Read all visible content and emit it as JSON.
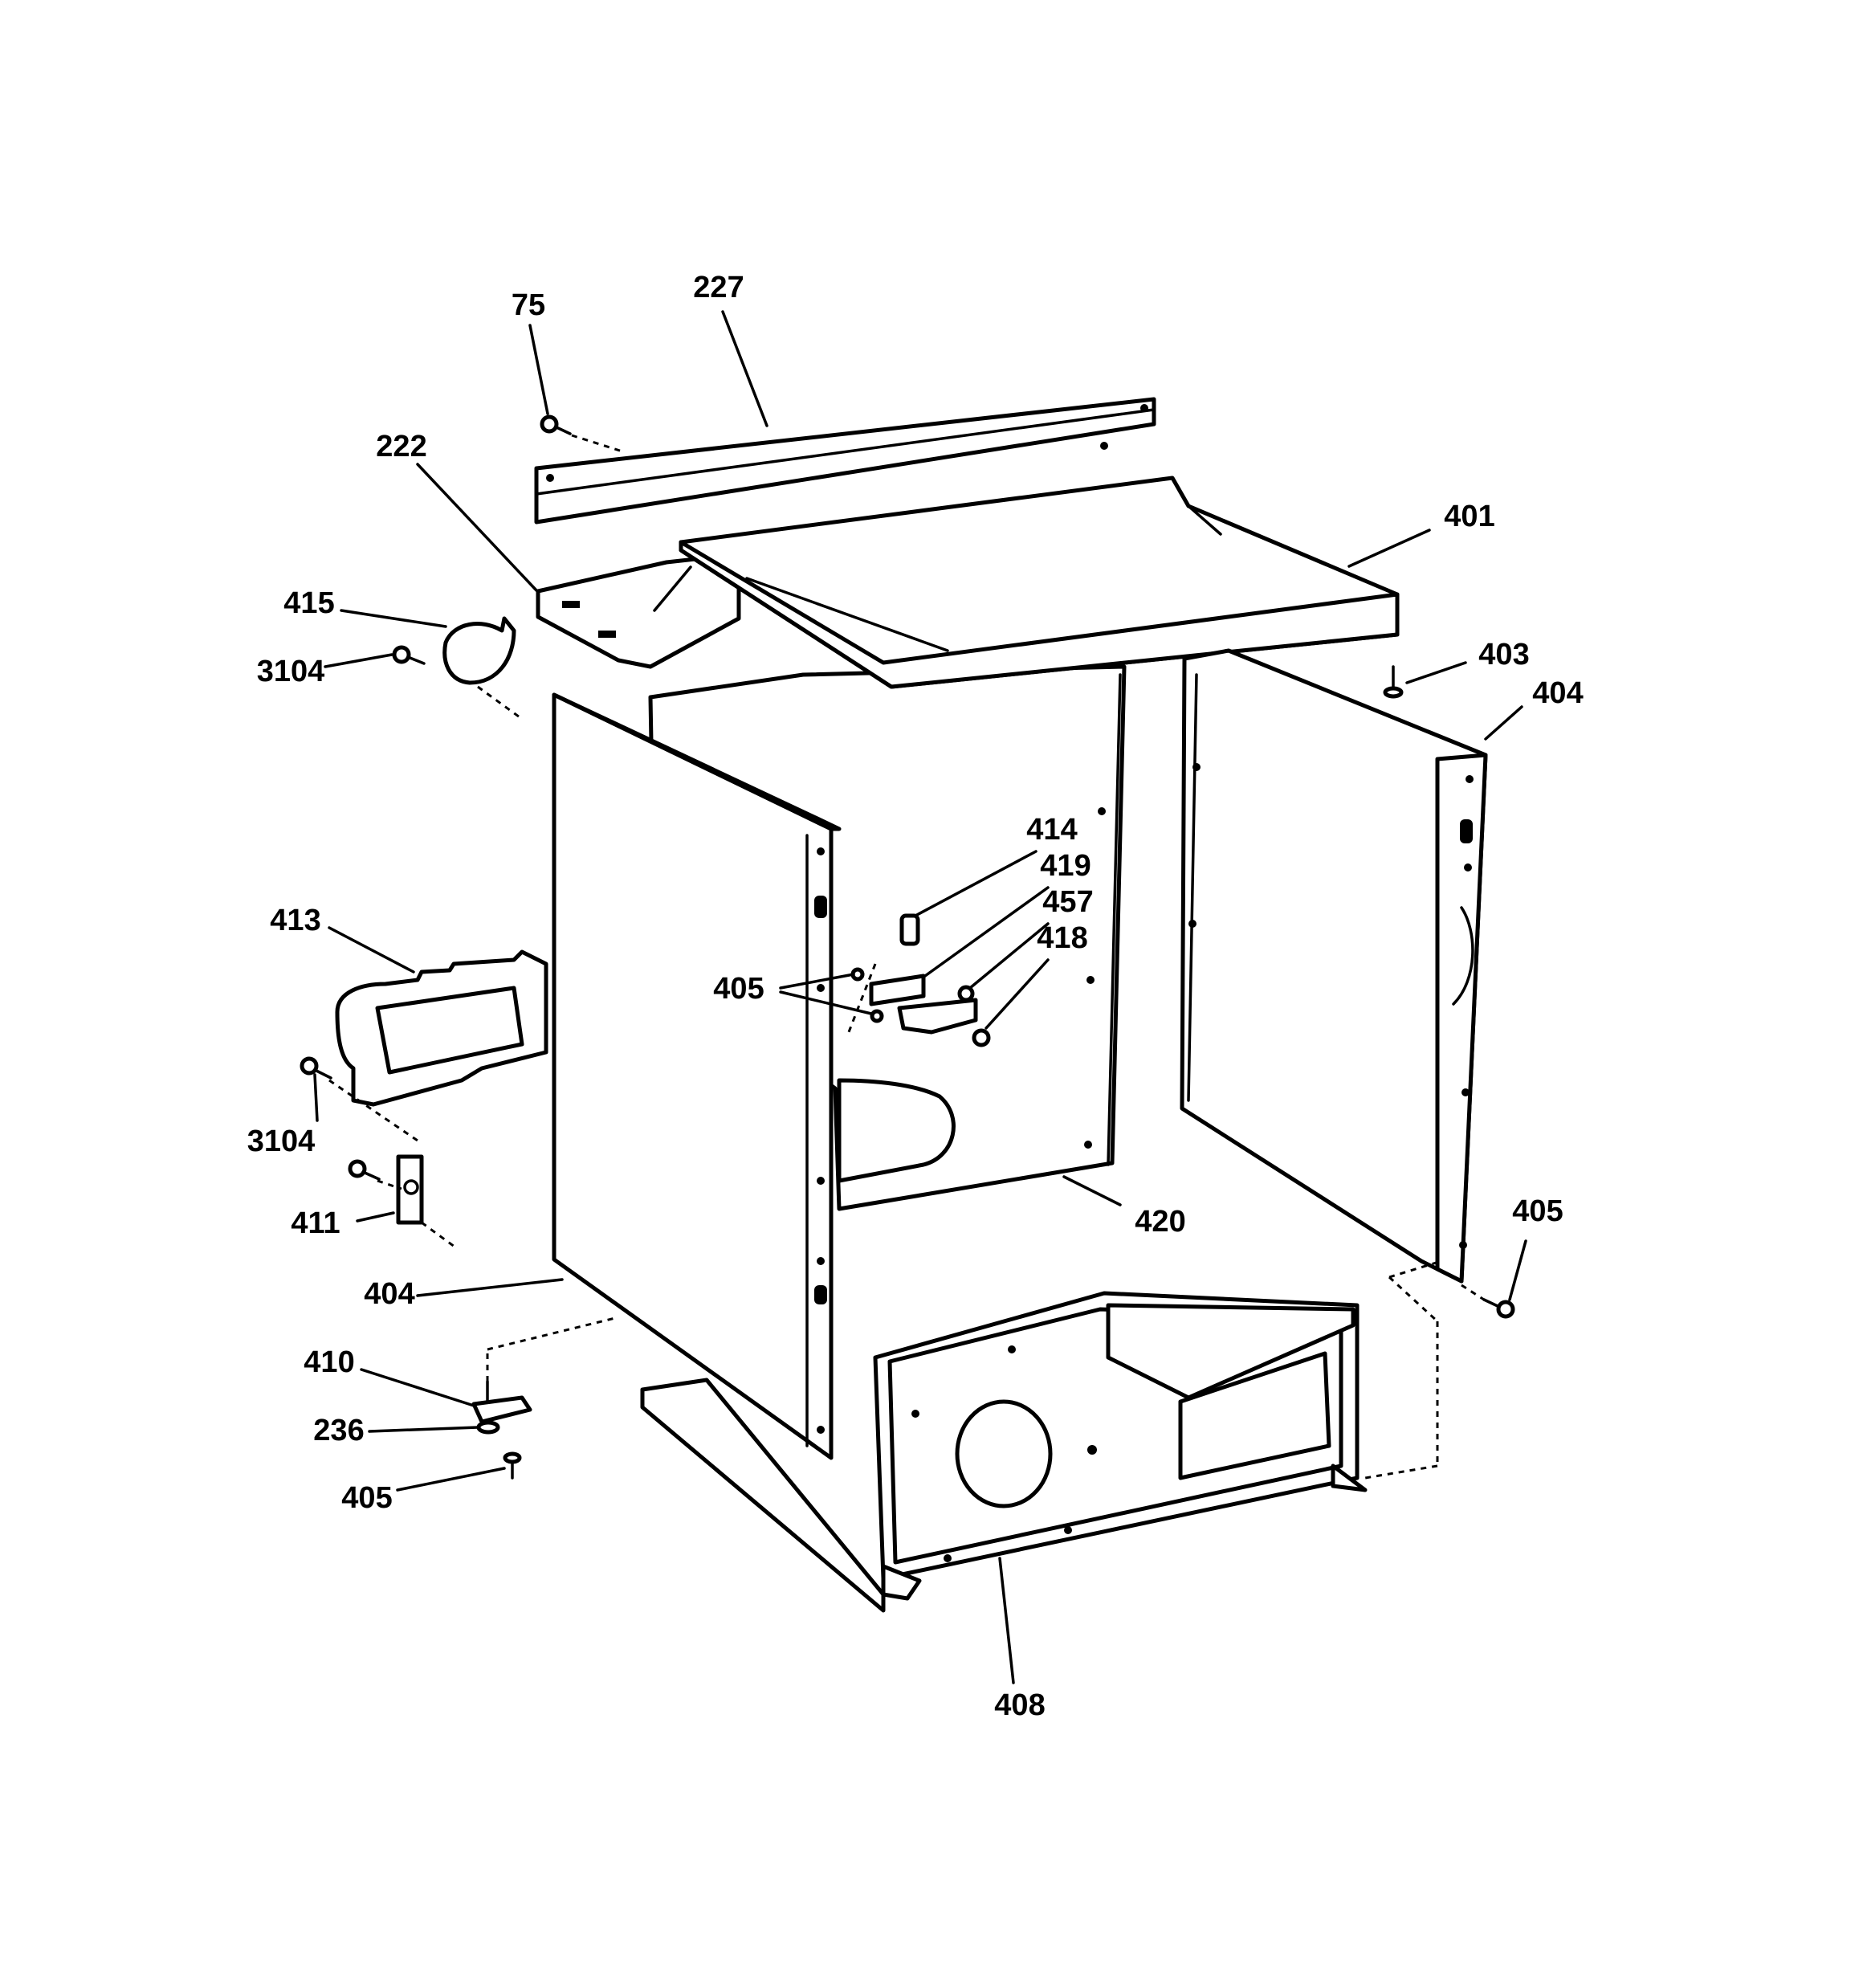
{
  "callouts": [
    {
      "id": "c-75",
      "text": "75"
    },
    {
      "id": "c-227",
      "text": "227"
    },
    {
      "id": "c-222",
      "text": "222"
    },
    {
      "id": "c-401",
      "text": "401"
    },
    {
      "id": "c-415",
      "text": "415"
    },
    {
      "id": "c-3104-top",
      "text": "3104"
    },
    {
      "id": "c-403",
      "text": "403"
    },
    {
      "id": "c-404-right",
      "text": "404"
    },
    {
      "id": "c-414",
      "text": "414"
    },
    {
      "id": "c-419",
      "text": "419"
    },
    {
      "id": "c-457",
      "text": "457"
    },
    {
      "id": "c-418",
      "text": "418"
    },
    {
      "id": "c-405-mid",
      "text": "405"
    },
    {
      "id": "c-413",
      "text": "413"
    },
    {
      "id": "c-3104-mid",
      "text": "3104"
    },
    {
      "id": "c-411",
      "text": "411"
    },
    {
      "id": "c-404-left",
      "text": "404"
    },
    {
      "id": "c-420",
      "text": "420"
    },
    {
      "id": "c-405-right",
      "text": "405"
    },
    {
      "id": "c-410",
      "text": "410"
    },
    {
      "id": "c-236",
      "text": "236"
    },
    {
      "id": "c-405-bottom",
      "text": "405"
    },
    {
      "id": "c-408",
      "text": "408"
    }
  ]
}
